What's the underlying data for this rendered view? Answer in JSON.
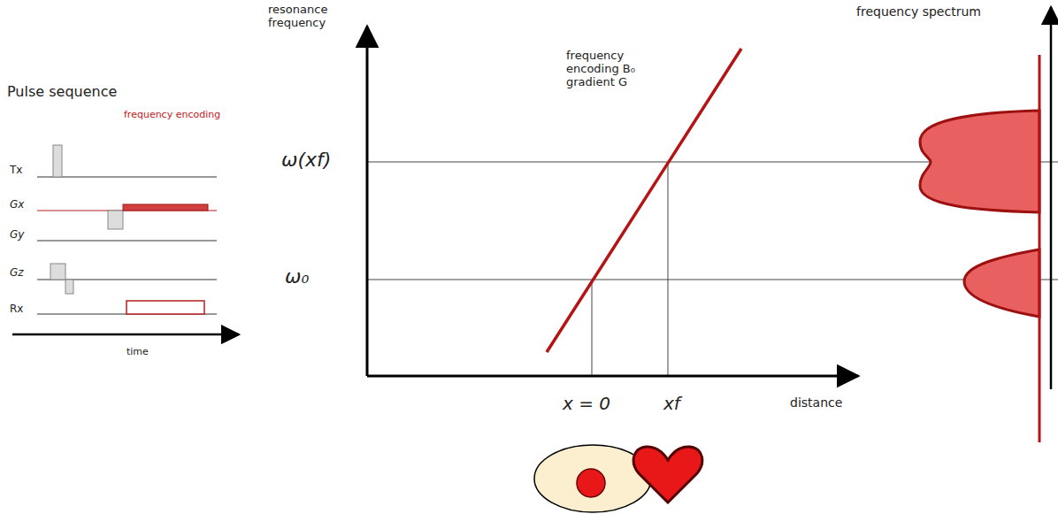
{
  "diagram": {
    "labels": [
      "Pulse sequence",
      "frequency encoding",
      "Tx",
      "Gx",
      "Gy",
      "Gz",
      "Rx",
      "time",
      "resonance frequency",
      "frequency encoding B₀ gradient G",
      "ω(xf)",
      "ω₀",
      "x = 0",
      "xf",
      "distance",
      "frequency spectrum"
    ]
  }
}
